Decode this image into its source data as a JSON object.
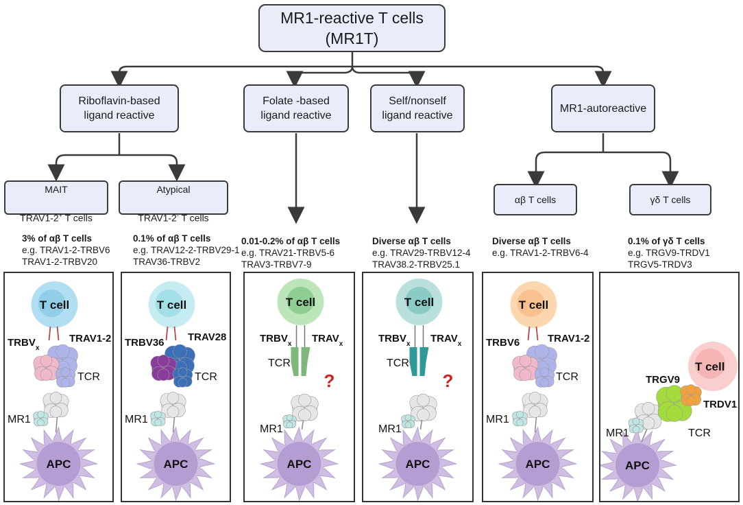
{
  "root": {
    "text": "MR1-reactive T cells\n(MR1T)"
  },
  "categories": [
    {
      "text": "Riboflavin-based\nligand reactive"
    },
    {
      "text": "Folate -based\nligand reactive"
    },
    {
      "text": "Self/nonself\nligand reactive"
    },
    {
      "text": "MR1-autoreactive"
    }
  ],
  "subgroups": [
    {
      "line1": "MAIT",
      "line2_pre": "TRAV1-2",
      "line2_sup": "+",
      "line2_post": " T cells"
    },
    {
      "line1": "Atypical",
      "line2_pre": "TRAV1-2",
      "line2_sup": "-",
      "line2_post": " T cells"
    },
    {
      "text": "αβ T cells"
    },
    {
      "text": "γδ T cells"
    }
  ],
  "stats": [
    {
      "bold": "3% of αβ T cells",
      "examples": "e.g. TRAV1-2-TRBV6\n       TRAV1-2-TRBV20"
    },
    {
      "bold": "0.1% of αβ T cells",
      "examples": "e.g. TRAV12-2-TRBV29-1\n       TRAV36-TRBV2"
    },
    {
      "bold": "0.01-0.2% of αβ T cells",
      "examples": "e.g. TRAV21-TRBV5-6\n       TRAV3-TRBV7-9"
    },
    {
      "bold": "Diverse αβ T cells",
      "examples": "e.g. TRAV29-TRBV12-4\n       TRAV38.2-TRBV25.1"
    },
    {
      "bold": "Diverse αβ T cells",
      "examples": "e.g. TRAV1-2-TRBV6-4"
    },
    {
      "bold": "0.1% of γδ T cells",
      "examples": "e.g. TRGV9-TRDV1\n       TRGV5-TRDV3"
    }
  ],
  "panels": [
    {
      "cell": "T cell",
      "left_chain": "TRBV",
      "left_sub": "x",
      "right_chain": "TRAV1-2",
      "right_sub": "",
      "tcr": "TCR",
      "mr1": "MR1",
      "apc": "APC",
      "cell_color": "#a9dcef",
      "cell_inner": "#7fc3e3",
      "question": ""
    },
    {
      "cell": "T cell",
      "left_chain": "TRBV36",
      "left_sub": "",
      "right_chain": "TRAV28",
      "right_sub": "",
      "tcr": "TCR",
      "mr1": "MR1",
      "apc": "APC",
      "cell_color": "#bfeaf0",
      "cell_inner": "#8ed6e0",
      "question": ""
    },
    {
      "cell": "T cell",
      "left_chain": "TRBV",
      "left_sub": "x",
      "right_chain": "TRAV",
      "right_sub": "x",
      "tcr": "TCR",
      "mr1": "MR1",
      "apc": "APC",
      "cell_color": "#b6e2b3",
      "cell_inner": "#6fbe7a",
      "question": "?"
    },
    {
      "cell": "T cell",
      "left_chain": "TRBV",
      "left_sub": "x",
      "right_chain": "TRAV",
      "right_sub": "x",
      "tcr": "TCR",
      "mr1": "MR1",
      "apc": "APC",
      "cell_color": "#b2ddd8",
      "cell_inner": "#6cbdb6",
      "question": "?"
    },
    {
      "cell": "T cell",
      "left_chain": "TRBV6",
      "left_sub": "",
      "right_chain": "TRAV1-2",
      "right_sub": "",
      "tcr": "TCR",
      "mr1": "MR1",
      "apc": "APC",
      "cell_color": "#fcd2a6",
      "cell_inner": "#f5b27a",
      "question": ""
    },
    {
      "cell": "T cell",
      "left_chain": "TRGV9",
      "left_sub": "",
      "right_chain": "TRDV1",
      "right_sub": "",
      "tcr": "TCR",
      "mr1": "MR1",
      "apc": "APC",
      "cell_color": "#f8c9c6",
      "cell_inner": "#f0a5a3",
      "question": ""
    }
  ],
  "colors": {
    "box_fill": "#e9edf9",
    "apc": "#c7b3dd",
    "mr1": "#e6e6e6",
    "mr1_b2m": "#bfe6e2",
    "question": "#cc2222"
  }
}
